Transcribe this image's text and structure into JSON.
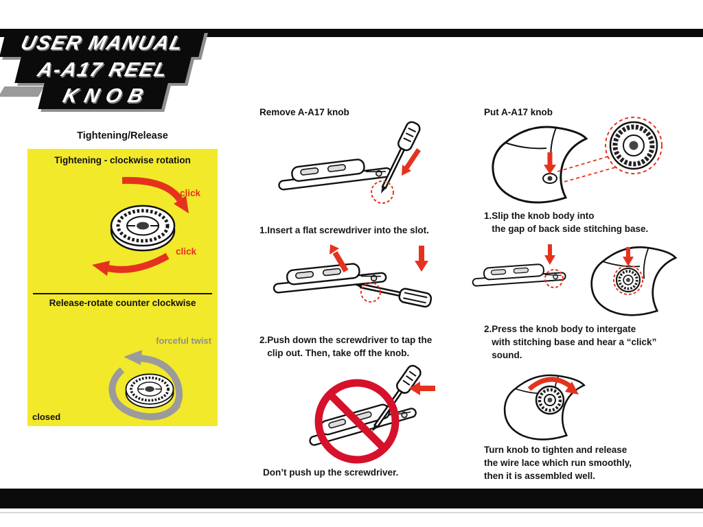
{
  "colors": {
    "panel_yellow": "#f2e92b",
    "accent_red": "#e5321e",
    "prohibition_red": "#d5112b",
    "muted_gray": "#9b9b9b",
    "bar_black": "#0a0a0a"
  },
  "logo": {
    "line1": "USER MANUAL",
    "line2": "A-A17 REEL",
    "line3": "KNOB"
  },
  "tightening_panel": {
    "header": "Tightening/Release",
    "clockwise_caption": "Tightening - clockwise rotation",
    "click_label_top": "click",
    "click_label_bottom": "click",
    "release_caption": "Release-rotate counter clockwise",
    "forceful_twist_label": "forceful twist",
    "closed_label": "closed"
  },
  "remove_section": {
    "heading": "Remove A-A17 knob",
    "step1_caption": "1.Insert a flat screwdriver into the slot.",
    "step2_caption": "2.Push down the screwdriver to tap the\n   clip out. Then, take off the knob.",
    "warning_caption": "Don’t push up the screwdriver."
  },
  "put_section": {
    "heading": "Put A-A17 knob",
    "step1_caption": "1.Slip the knob body into\n   the gap of back side stitching base.",
    "step2_caption": "2.Press the knob body to intergate\n   with stitching base and hear a “click”\n   sound.",
    "assembled_caption": "Turn knob to tighten and release\nthe wire lace which run smoothly,\nthen it is assembled well."
  }
}
